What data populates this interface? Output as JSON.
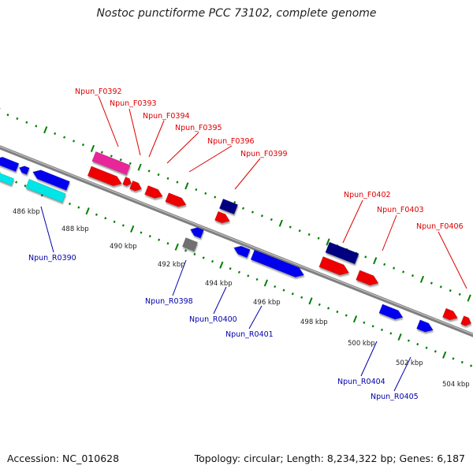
{
  "title": "Nostoc punctiforme PCC 73102, complete genome",
  "accession": "Accession: NC_010628",
  "stats": "Topology: circular; Length: 8,234,322 bp; Genes: 6,187",
  "colors": {
    "forward_label": "#dd0000",
    "reverse_label": "#0000aa",
    "backbone": "#808080",
    "tick": "#008000"
  },
  "scale_labels": [
    "486 kbp",
    "488 kbp",
    "490 kbp",
    "492 kbp",
    "494 kbp",
    "496 kbp",
    "498 kbp",
    "500 kbp",
    "502 kbp",
    "504 kbp"
  ],
  "forward_labels": [
    "Npun_F0392",
    "Npun_F0393",
    "Npun_F0394",
    "Npun_F0395",
    "Npun_F0396",
    "Npun_F0399",
    "Npun_F0402",
    "Npun_F0403",
    "Npun_F0406"
  ],
  "reverse_labels": [
    "Npun_R0390",
    "Npun_R0398",
    "Npun_R0400",
    "Npun_R0401",
    "Npun_R0404",
    "Npun_R0405"
  ],
  "genes": [
    {
      "strand": "reverse",
      "color": "#0000ee"
    },
    {
      "strand": "reverse",
      "color": "#0000ee"
    },
    {
      "strand": "reverse",
      "color": "#0000ee"
    },
    {
      "strand": "reverse",
      "color": "#00e5e5"
    },
    {
      "strand": "reverse",
      "color": "#00e5e5"
    },
    {
      "strand": "forward",
      "color": "#e8279a"
    },
    {
      "strand": "forward",
      "color": "#ee0000"
    },
    {
      "strand": "forward",
      "color": "#ee0000"
    },
    {
      "strand": "forward",
      "color": "#ee0000"
    },
    {
      "strand": "forward",
      "color": "#ee0000"
    },
    {
      "strand": "forward",
      "color": "#ee0000"
    },
    {
      "strand": "forward",
      "color": "#000080"
    },
    {
      "strand": "forward",
      "color": "#ee0000"
    },
    {
      "strand": "reverse",
      "color": "#0000ee"
    },
    {
      "strand": "reverse",
      "color": "#707070"
    },
    {
      "strand": "reverse",
      "color": "#0000ee"
    },
    {
      "strand": "reverse",
      "color": "#0000ee"
    },
    {
      "strand": "forward",
      "color": "#000080"
    },
    {
      "strand": "forward",
      "color": "#ee0000"
    },
    {
      "strand": "forward",
      "color": "#ee0000"
    },
    {
      "strand": "reverse",
      "color": "#0000ee"
    },
    {
      "strand": "reverse",
      "color": "#0000ee"
    },
    {
      "strand": "forward",
      "color": "#ee0000"
    },
    {
      "strand": "forward",
      "color": "#ee0000"
    }
  ]
}
